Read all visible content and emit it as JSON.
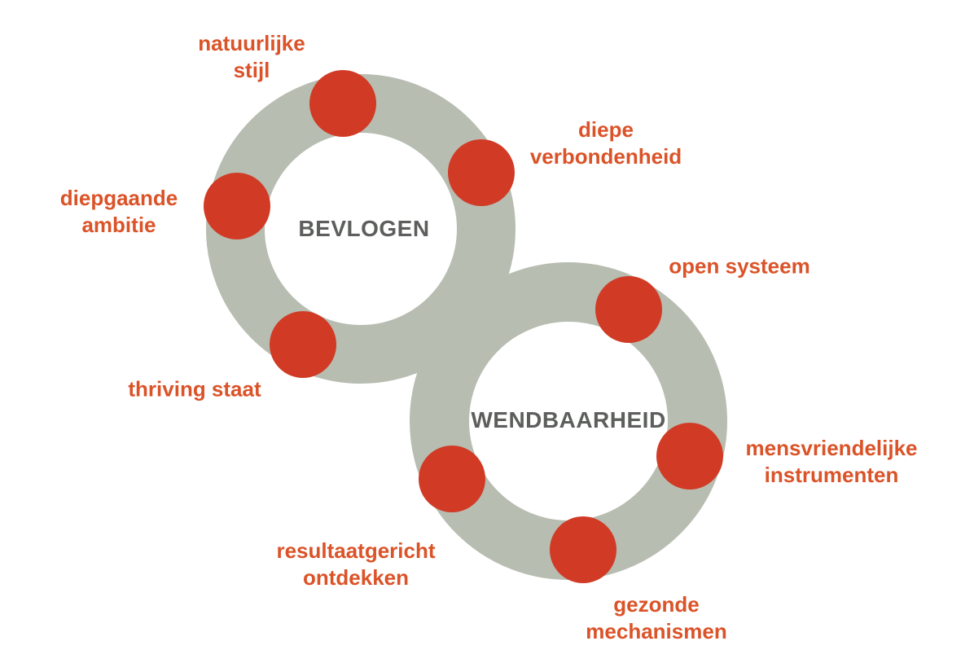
{
  "colors": {
    "background": "#ffffff",
    "ring": "#b7bdb1",
    "node": "#d13b26",
    "label": "#db5328",
    "title": "#5d5f5c"
  },
  "rings": [
    {
      "name": "bevlogen",
      "title": "BEVLOGEN",
      "nodes": [
        {
          "label": "natuurlijke\nstijl"
        },
        {
          "label": "diepe\nverbondenheid"
        },
        {
          "label": "diepgaande\nambitie"
        },
        {
          "label": "thriving staat"
        }
      ]
    },
    {
      "name": "wendbaarheid",
      "title": "WENDBAARHEID",
      "nodes": [
        {
          "label": "open systeem"
        },
        {
          "label": "mensvriendelijke\ninstrumenten"
        },
        {
          "label": "gezonde\nmechanismen"
        },
        {
          "label": "resultaatgericht\nontdekken"
        }
      ]
    }
  ]
}
